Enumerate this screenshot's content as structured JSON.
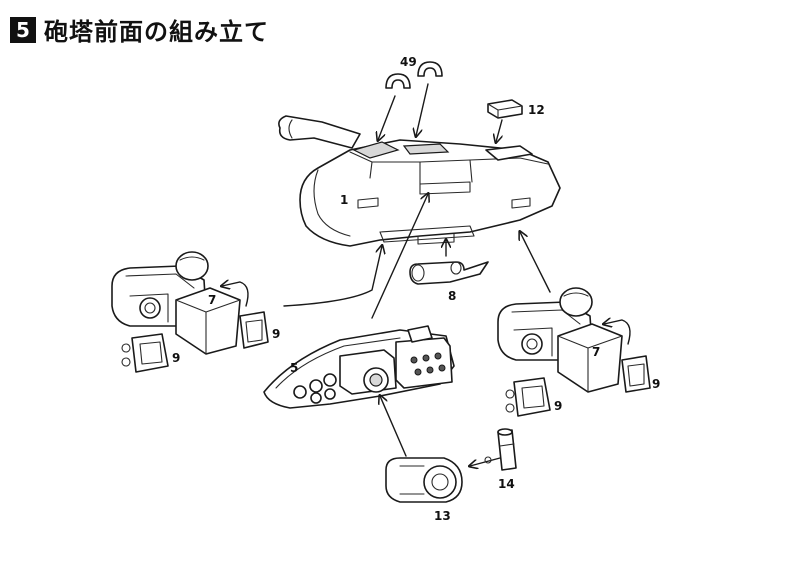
{
  "header": {
    "step_number": "5",
    "title": "砲塔前面の組み立て"
  },
  "labels": {
    "p49": "49",
    "p12": "12",
    "p1": "1",
    "p8": "8",
    "p7_left": "7",
    "p9_left_a": "9",
    "p9_left_b": "9",
    "p5": "5",
    "p7_right": "7",
    "p9_right_a": "9",
    "p9_right_b": "9",
    "p14": "14",
    "p13": "13"
  }
}
